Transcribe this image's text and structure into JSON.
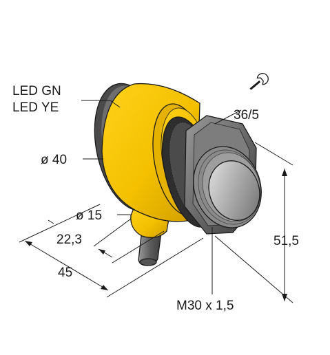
{
  "labels": {
    "led_gn": "LED GN",
    "led_ye": "LED YE",
    "wrench_size": "36/5",
    "diameter_body": "ø 40",
    "diameter_cable": "ø 15",
    "length_partial": "22,3",
    "length_total": "45",
    "height": "51,5",
    "thread": "M30 x 1,5"
  },
  "icons": [
    "wrench-icon"
  ],
  "colors": {
    "housing_yellow": "#f4c000",
    "housing_shadow": "#c99800",
    "metal_dark": "#3a3a3a",
    "metal_mid": "#8c8c8c",
    "lens": "#b8b8b8",
    "cable": "#6b6b6b"
  }
}
